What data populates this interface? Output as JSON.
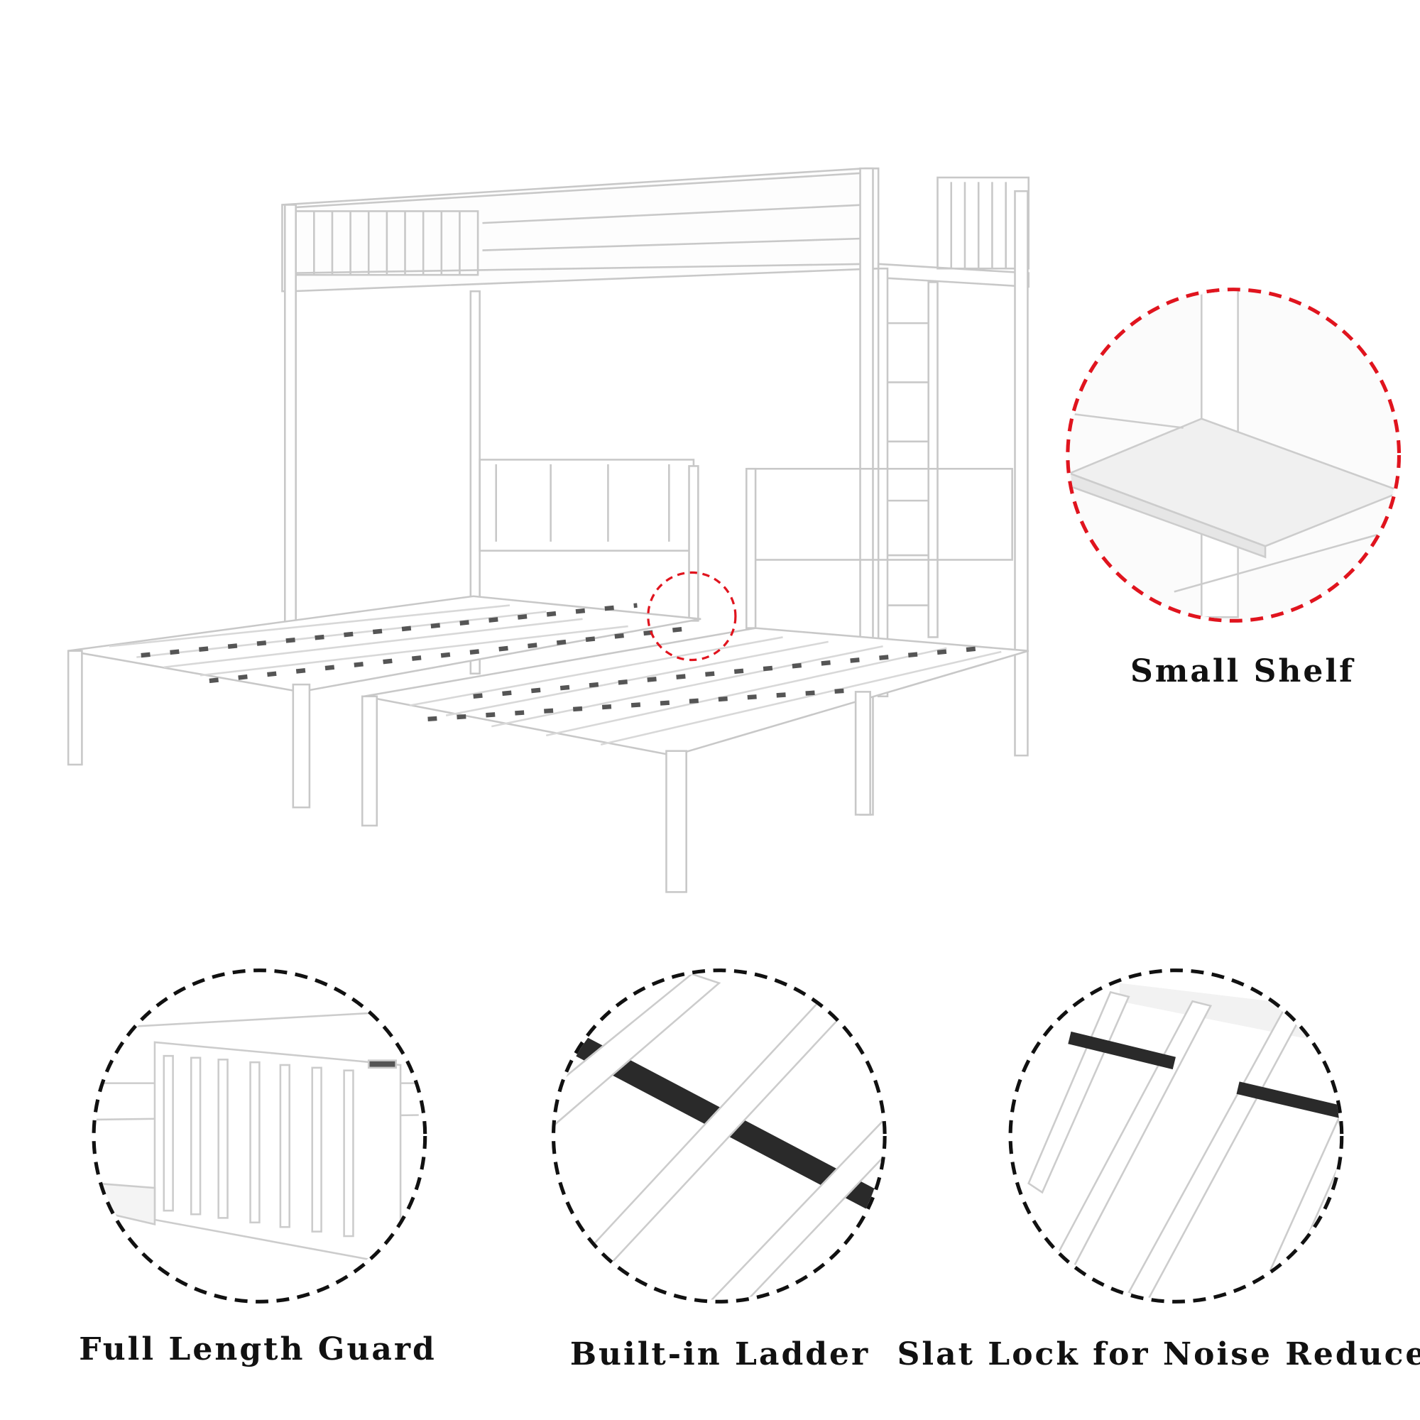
{
  "features": [
    {
      "label": "Small Shelf",
      "ring_color": "#e0141e"
    },
    {
      "label": "Full Length Guard",
      "ring_color": "#111111"
    },
    {
      "label": "Built-in Ladder",
      "ring_color": "#111111"
    },
    {
      "label": "Slat Lock for Noise Reduce",
      "ring_color": "#111111"
    }
  ],
  "colors": {
    "frame": "#ffffff",
    "frame_outline": "#c8c8c8",
    "slat_lock": "#2a2a2a"
  }
}
